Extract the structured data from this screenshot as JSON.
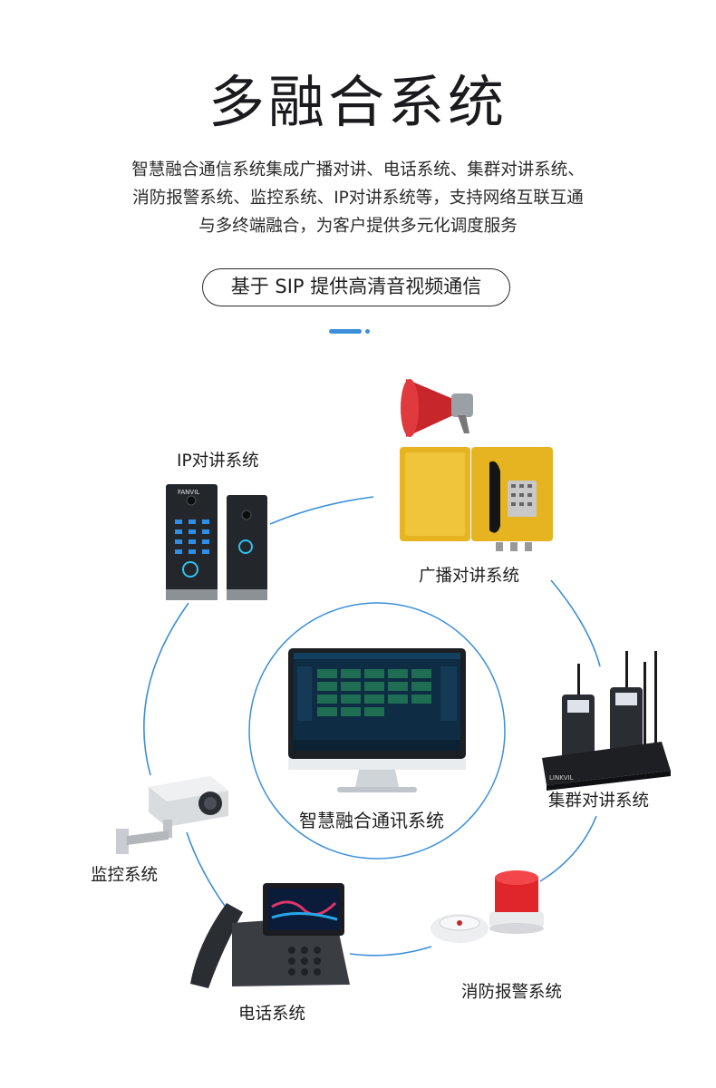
{
  "header": {
    "title": "多融合系统",
    "description_lines": [
      "智慧融合通信系统集成广播对讲、电话系统、集群对讲系统、",
      "消防报警系统、监控系统、IP对讲系统等，支持网络互联互通",
      "与多终端融合，为客户提供多元化调度服务"
    ],
    "pill": "基于 SIP 提供高清音视频通信"
  },
  "diagram": {
    "center": "智慧融合通讯系统",
    "ip_intercom": "IP对讲系统",
    "broadcast": "广播对讲系统",
    "trunking": "集群对讲系统",
    "monitoring": "监控系统",
    "fire_alarm": "消防报警系统",
    "telephone": "电话系统",
    "device_brand_intercom": "FANVIL",
    "device_brand_router": "LINKVIL",
    "accent_color": "#3d8fd9"
  }
}
